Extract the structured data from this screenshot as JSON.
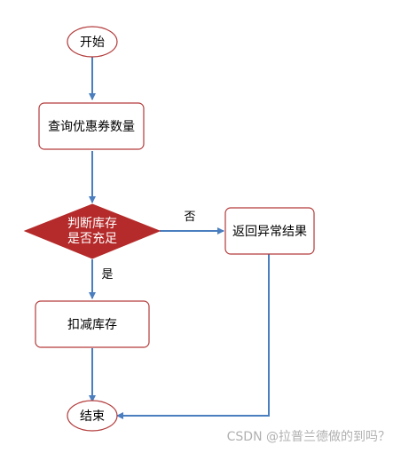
{
  "nodes": {
    "start": "开始",
    "query": "查询优惠券数量",
    "decision_line1": "判断库存",
    "decision_line2": "是否充足",
    "deduct": "扣减库存",
    "error": "返回异常结果",
    "end": "结束"
  },
  "edges": {
    "no_label": "否",
    "yes_label": "是"
  },
  "watermark": "CSDN @拉普兰德做的到吗？",
  "colors": {
    "node_border": "#b33a3a",
    "decision_fill": "#b52a2a",
    "arrow": "#4a7ebf"
  }
}
